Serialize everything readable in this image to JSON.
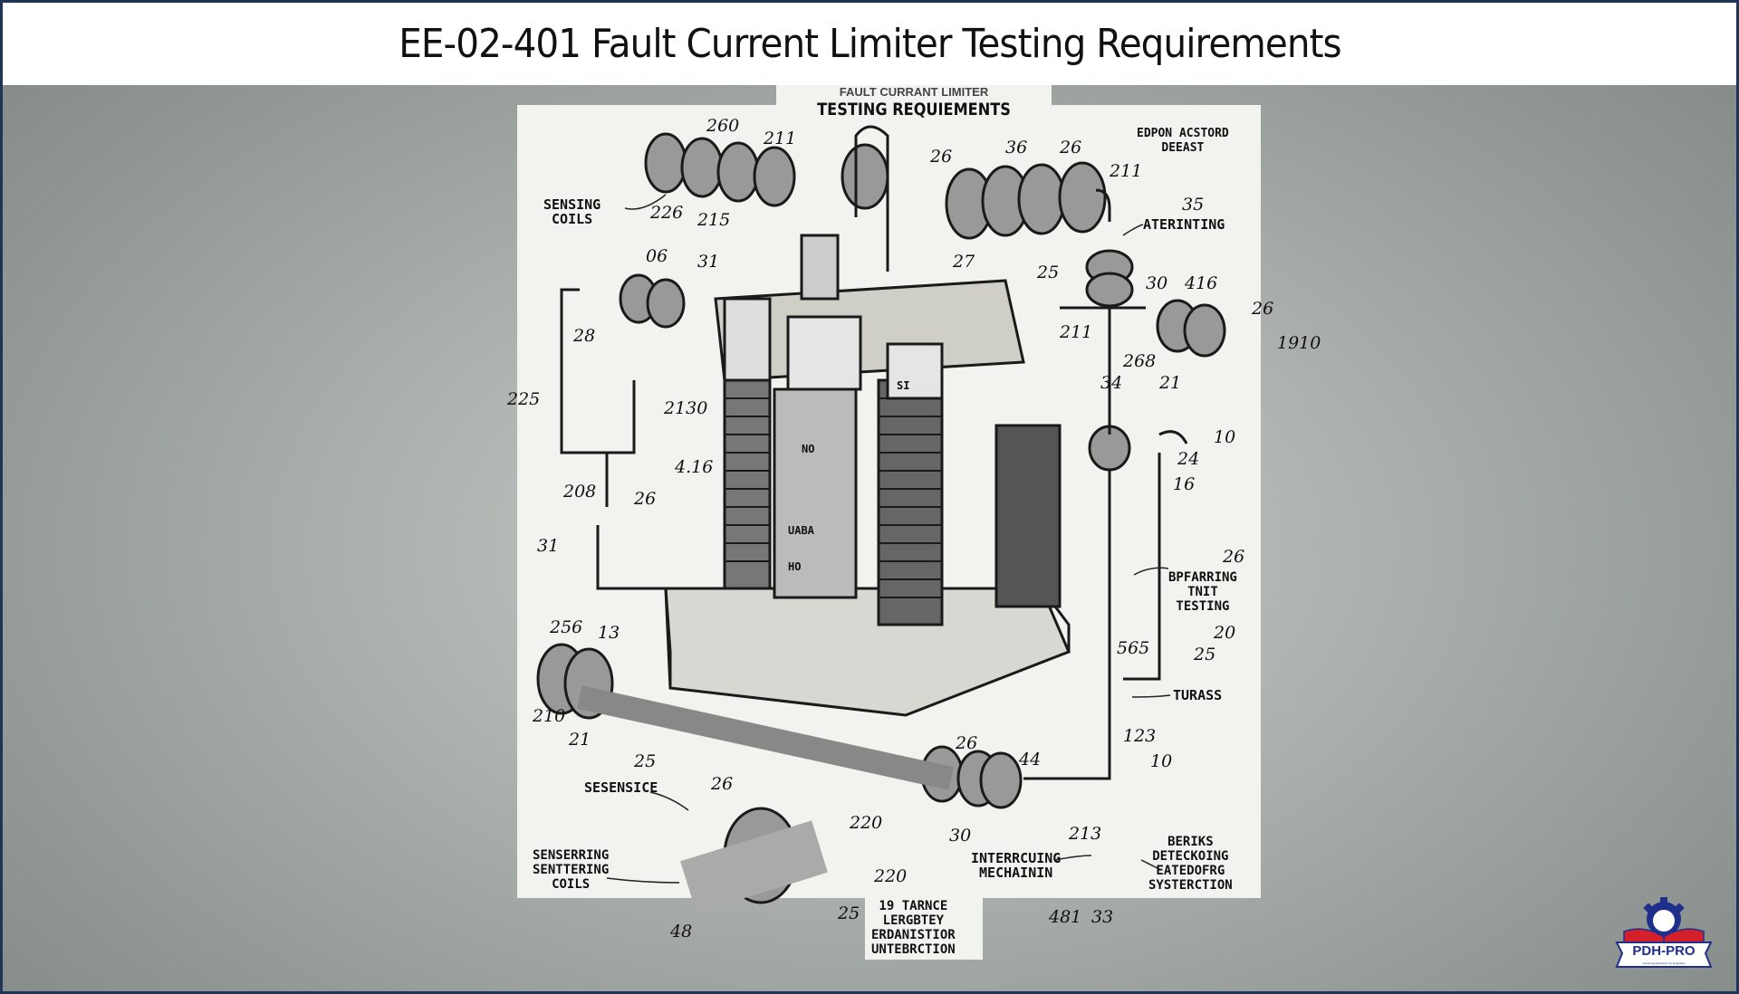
{
  "slide": {
    "title": "EE-02-401 Fault Current Limiter Testing Requirements"
  },
  "illustration": {
    "header_line1": "FAULT CURRANT LIMITER",
    "header_line2": "TESTING REQUIEMENTS",
    "labels": [
      {
        "id": "sensing-coils",
        "text": "SENSING\nCOILS"
      },
      {
        "id": "edpon",
        "text": "EDPON ACSTORD\nDEEAST"
      },
      {
        "id": "aterinting",
        "text": "ATERINTING"
      },
      {
        "id": "bpfarring",
        "text": "BPFARRING\nTNIT\nTESTING"
      },
      {
        "id": "turass",
        "text": "TURASS"
      },
      {
        "id": "sesensice",
        "text": "SESENSICE"
      },
      {
        "id": "senserring",
        "text": "SENSERRING\nSENTTERING\nCOILS"
      },
      {
        "id": "interrcuing",
        "text": "INTERRCUING\nMECHAININ"
      },
      {
        "id": "beriks",
        "text": "BERIKS\nDETECKOING\nEATEDOFRG\nSYSTERCTION"
      },
      {
        "id": "tarnce",
        "text": "19 TARNCE\nLERGBTEY\nERDANISTIOR\nUNTEBRCTION"
      }
    ],
    "callouts": [
      "260",
      "211",
      "26",
      "36",
      "26",
      "211",
      "35",
      "226",
      "215",
      "06",
      "31",
      "27",
      "25",
      "30",
      "416",
      "26",
      "1910",
      "28",
      "225",
      "2130",
      "211",
      "268",
      "34",
      "21",
      "10",
      "24",
      "16",
      "4.16",
      "208",
      "26",
      "31",
      "26",
      "20",
      "256",
      "13",
      "210",
      "21",
      "25",
      "26",
      "565",
      "25",
      "123",
      "10",
      "26",
      "44",
      "220",
      "220",
      "30",
      "213",
      "48",
      "25",
      "481",
      "33"
    ],
    "part_labels": [
      "SI",
      "NO",
      "UABA",
      "HO"
    ]
  },
  "logo": {
    "brand": "PDH-PRO",
    "tagline": "Continuing Education for Engineers",
    "colors": {
      "blue": "#1e2f8c",
      "red": "#d4202a"
    }
  }
}
